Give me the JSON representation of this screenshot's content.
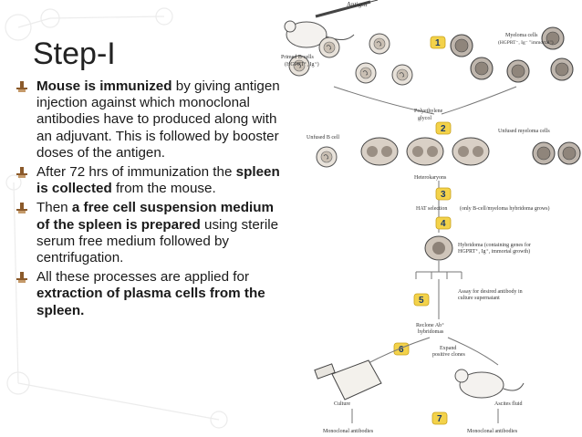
{
  "slide": {
    "title": "Step-I",
    "bullets": [
      {
        "parts": [
          {
            "text": "Mouse is immunized",
            "bold": true
          },
          {
            "text": " by giving antigen injection against which monoclonal antibodies have to produced along with an adjuvant. This is followed by booster doses of the antigen.",
            "bold": false
          }
        ]
      },
      {
        "parts": [
          {
            "text": "After 72 hrs of immunization the ",
            "bold": false
          },
          {
            "text": "spleen is collected",
            "bold": true
          },
          {
            "text": " from the mouse.",
            "bold": false
          }
        ]
      },
      {
        "parts": [
          {
            "text": "Then ",
            "bold": false
          },
          {
            "text": "a free cell suspension medium of the spleen is prepared",
            "bold": true
          },
          {
            "text": " using sterile serum free medium followed by centrifugation.",
            "bold": false
          }
        ]
      },
      {
        "parts": [
          {
            "text": "All these processes are applied for ",
            "bold": false
          },
          {
            "text": "extraction of plasma cells from the spleen.",
            "bold": true
          }
        ]
      }
    ]
  },
  "figure": {
    "labels": {
      "antigen": "Antigen",
      "myeloma_cells": "Myeloma cells",
      "myeloma_sub": "(HGPRT⁻, Ig⁻ \"immortal\")",
      "primed_bcells": "Primed B-cells",
      "primed_sub": "(HGPRT⁺, Ig⁺)",
      "peg": "Polyethylene",
      "peg2": "glycol",
      "unfused_b": "Unfused B cell",
      "unfused_myeloma": "Unfused myeloma cells",
      "heterokaryons": "Heterokaryons",
      "hat": "HAT selection",
      "hat_note": "(only B-cell/myeloma hybridoma grows)",
      "hybridoma1": "Hybridoma (containing genes for",
      "hybridoma2": "HGPRT⁺, Ig⁺, immortal growth)",
      "assay1": "Assay for desired antibody in",
      "assay2": "culture supernatant",
      "reclone1": "Reclone Ab⁺",
      "reclone2": "hybridomas",
      "expand1": "Expand",
      "expand2": "positive clones",
      "culture": "Culture",
      "ascites": "Ascites fluid",
      "mono1": "Monoclonal antibodies",
      "mono2": "Monoclonal antibodies"
    },
    "steps": [
      "1",
      "2",
      "3",
      "4",
      "5",
      "6",
      "7"
    ]
  },
  "colors": {
    "badge": "#f3d24a",
    "bullet_icon": "#8b5a2b"
  }
}
